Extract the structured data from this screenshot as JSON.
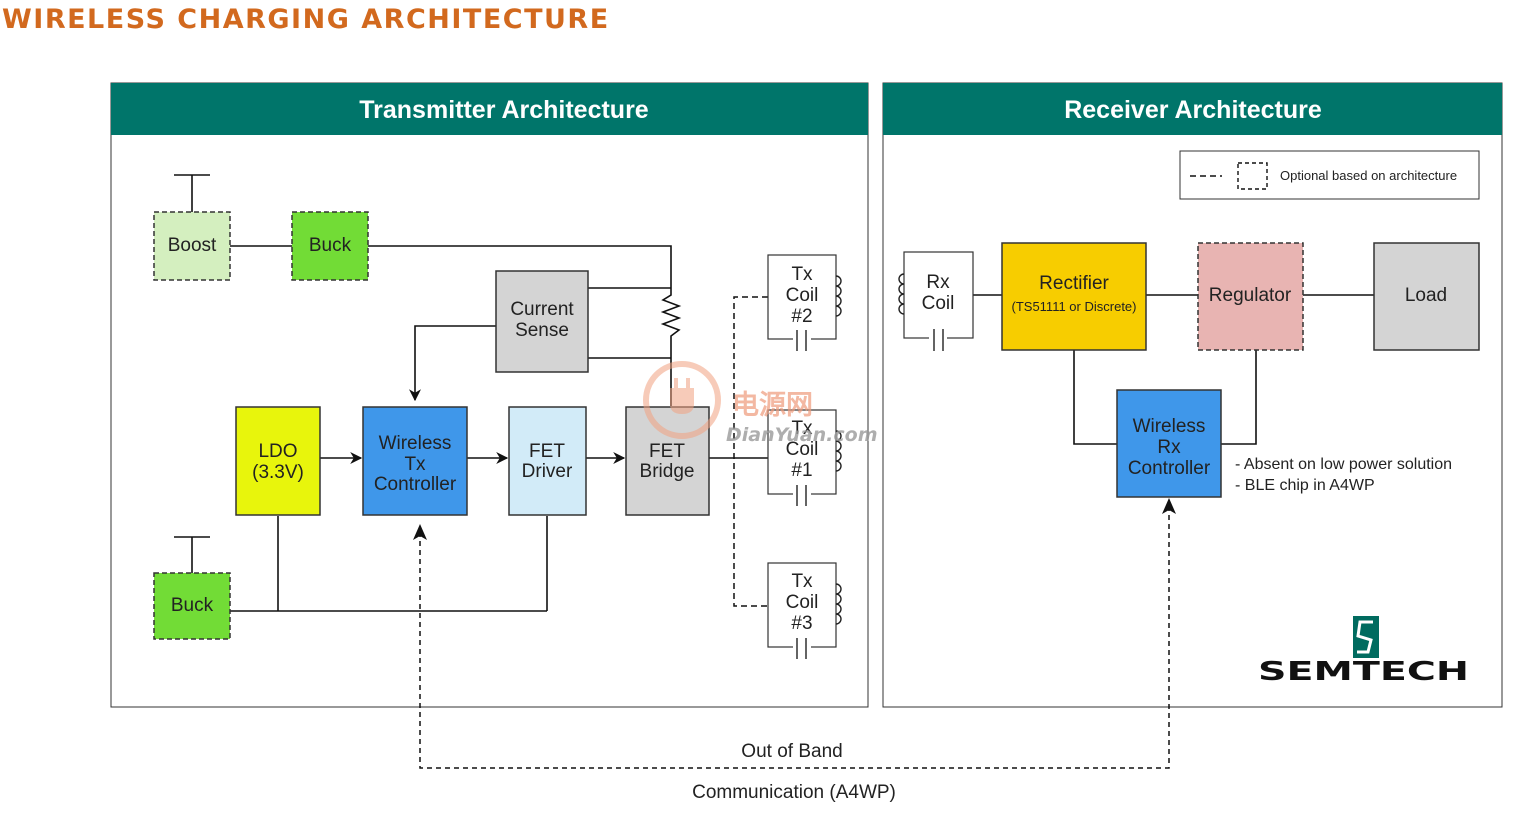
{
  "page": {
    "title": "WIRELESS CHARGING ARCHITECTURE"
  },
  "transmitter": {
    "title": "Transmitter Architecture",
    "boost": "Boost",
    "buck_top": "Buck",
    "buck_bottom": "Buck",
    "current_sense": [
      "Current",
      "Sense"
    ],
    "ldo": [
      "LDO",
      "(3.3V)"
    ],
    "wireless_tx": [
      "Wireless",
      "Tx",
      "Controller"
    ],
    "fet_driver": [
      "FET",
      "Driver"
    ],
    "fet_bridge": [
      "FET",
      "Bridge"
    ],
    "tx_coil_1": [
      "Tx",
      "Coil",
      "#1"
    ],
    "tx_coil_2": [
      "Tx",
      "Coil",
      "#2"
    ],
    "tx_coil_3": [
      "Tx",
      "Coil",
      "#3"
    ]
  },
  "receiver": {
    "title": "Receiver Architecture",
    "legend": "Optional based on architecture",
    "rx_coil": [
      "Rx",
      "Coil"
    ],
    "rectifier": "Rectifier",
    "rectifier_sub": "(TS51111 or Discrete)",
    "regulator": "Regulator",
    "load": "Load",
    "wireless_rx": [
      "Wireless",
      "Rx",
      "Controller"
    ],
    "notes": [
      "- Absent on low power solution",
      "- BLE chip in A4WP"
    ]
  },
  "logo": "SEMTECH",
  "watermark": {
    "cn": "电源网",
    "en": "DianYuan.com"
  },
  "comm": {
    "line1": "Out of Band",
    "line2": "Communication (A4WP)"
  },
  "colors": {
    "header": "#00756a",
    "title": "#d2691e",
    "boost": "#d4efbf",
    "buck": "#72dc36",
    "ldo": "#e8f50c",
    "controller": "#3f97ea",
    "fet_driver": "#d2ebf8",
    "gray_block": "#d4d4d4",
    "rectifier": "#f7cd00",
    "regulator": "#e8b4b2"
  }
}
